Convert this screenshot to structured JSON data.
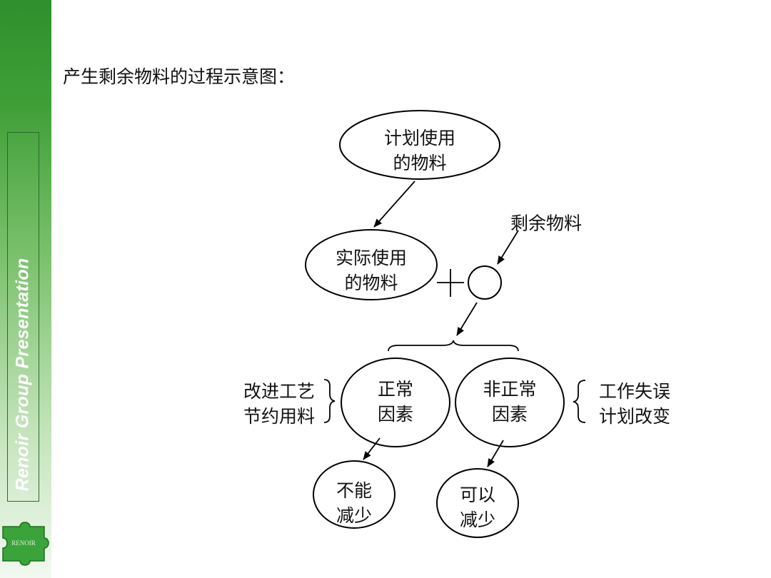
{
  "sidebar": {
    "vertical_text": "Renoir Group Presentation",
    "logo_text": "RENOIR"
  },
  "title": "产生剩余物料的过程示意图：",
  "nodes": {
    "planned": [
      "计划使用",
      "的物料"
    ],
    "actual": [
      "实际使用",
      "的物料"
    ],
    "surplus": "剩余物料",
    "normal": [
      "正常",
      "因素"
    ],
    "abnormal": [
      "非正常",
      "因素"
    ],
    "cannot_reduce": [
      "不能",
      "减少"
    ],
    "can_reduce": [
      "可以",
      "减少"
    ],
    "normal_notes": [
      "改进工艺",
      "节约用料"
    ],
    "abnormal_notes": [
      "工作失误",
      "计划改变"
    ]
  },
  "colors": {
    "sidebar_dark": "#2f8f2c",
    "sidebar_light": "#f2f9f0",
    "logo_green": "#3aa33a"
  }
}
